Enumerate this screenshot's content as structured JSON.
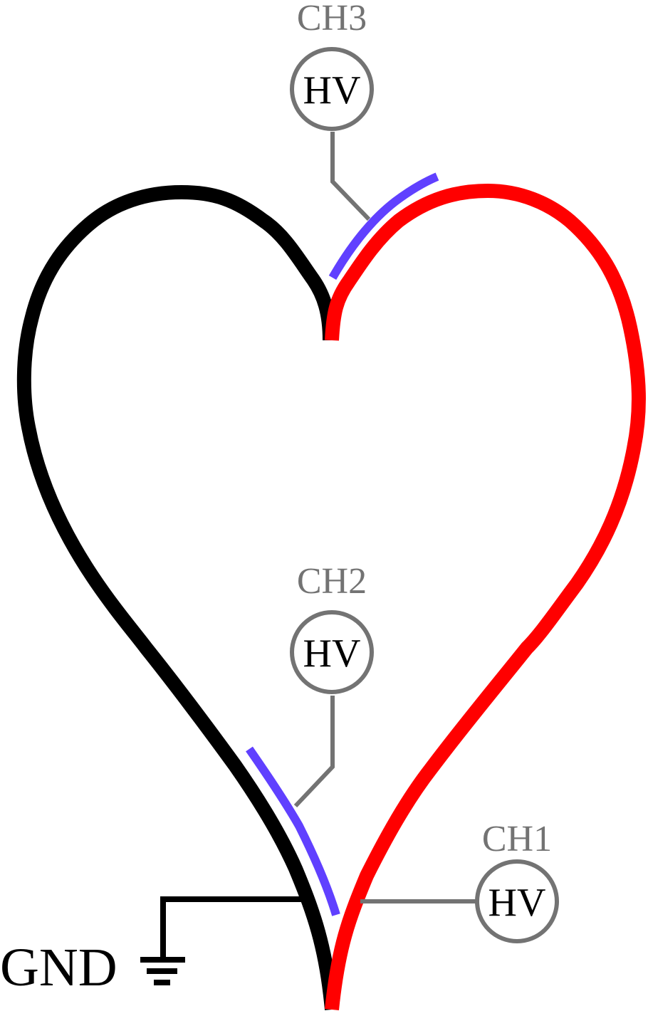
{
  "diagram": {
    "title": "Heart-shaped electrode wiring diagram",
    "colors": {
      "left_electrode": "#000000",
      "right_electrode": "#ff0000",
      "contact_strip": "#6040ff",
      "channel_wire": "#737373",
      "ground_wire": "#000000"
    },
    "channels": [
      {
        "id": "CH3",
        "label": "CH3",
        "source_label": "HV",
        "attached_to": "upper blue contact strip near top notch"
      },
      {
        "id": "CH2",
        "label": "CH2",
        "source_label": "HV",
        "attached_to": "lower blue contact strip on left electrode"
      },
      {
        "id": "CH1",
        "label": "CH1",
        "source_label": "HV",
        "attached_to": "red (right) electrode near bottom"
      }
    ],
    "ground": {
      "label": "GND",
      "attached_to": "black (left) electrode near bottom"
    }
  }
}
